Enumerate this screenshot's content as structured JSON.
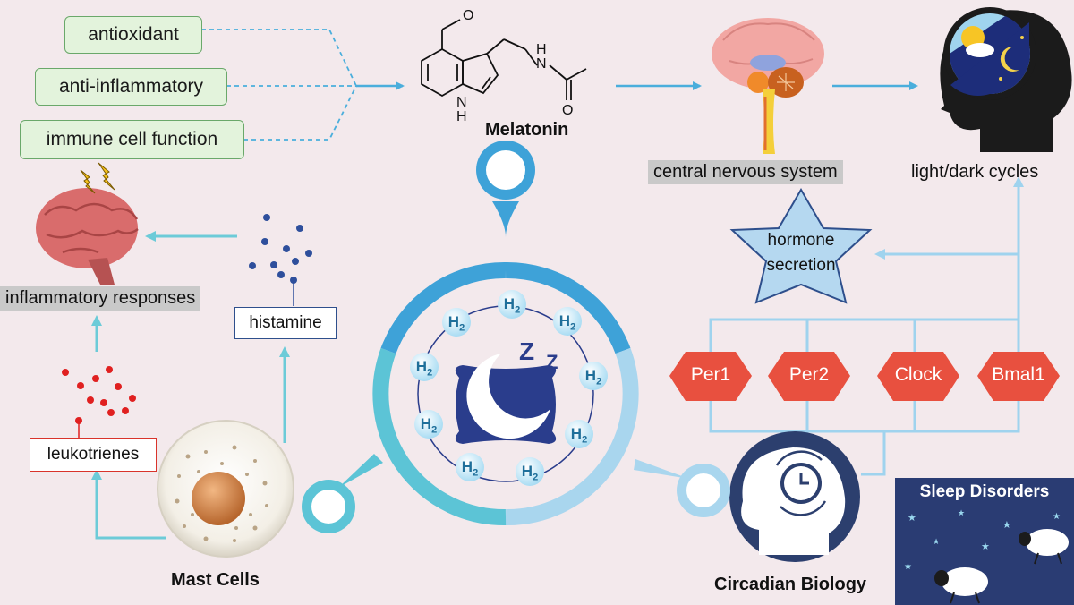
{
  "effects": {
    "antioxidant": "antioxidant",
    "anti_inflammatory": "anti-inflammatory",
    "immune": "immune cell function"
  },
  "melatonin": {
    "label": "Melatonin",
    "amine_N": "N",
    "amine_H": "H",
    "indole_N": "N",
    "indole_H": "H"
  },
  "cns": {
    "label": "central nervous system"
  },
  "light": {
    "label": "light/dark cycles"
  },
  "hormone": {
    "line1": "hormone",
    "line2": "secretion"
  },
  "genes": [
    "Per1",
    "Per2",
    "Clock",
    "Bmal1"
  ],
  "inflammation": {
    "label": "inflammatory responses"
  },
  "histamine": {
    "label": "histamine"
  },
  "leukotrienes": {
    "label": "leukotrienes"
  },
  "mast": {
    "label": "Mast Cells"
  },
  "circadian": {
    "label": "Circadian Biology"
  },
  "sleep_disorders": {
    "title": "Sleep Disorders"
  },
  "h2": {
    "main": "H",
    "sub": "2"
  },
  "colors": {
    "arrow": "#4aaedc",
    "ring_dark": "#3ea2d8",
    "ring_light": "#a9d6ee",
    "gene_red": "#e8503f",
    "pillow": "#2a3d8c"
  }
}
